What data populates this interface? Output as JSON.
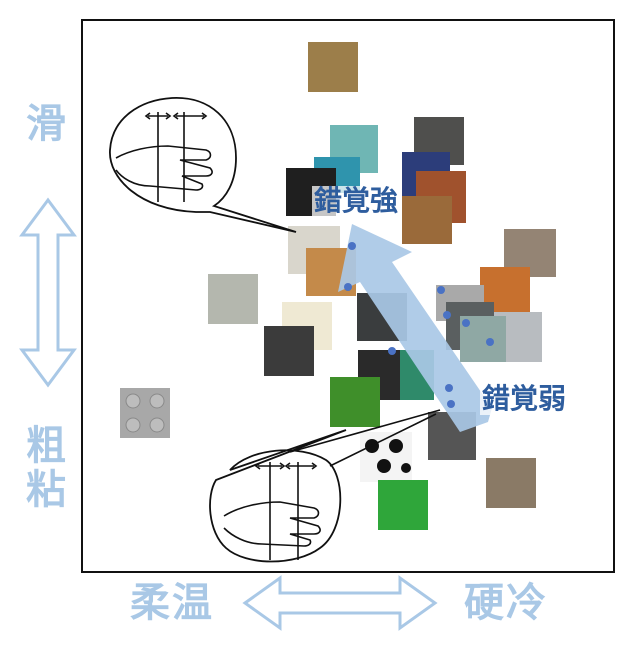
{
  "axes": {
    "top": "滑",
    "bottom": "粗粘",
    "left": "柔温",
    "right": "硬冷"
  },
  "illusion": {
    "strong_label": "錯覚強",
    "weak_label": "錯覚弱"
  },
  "colors": {
    "axis_text": "#a9c8e6",
    "arrow_fill": "#a9c8e6",
    "illusion_text": "#2e5d9e",
    "dot": "#4a72c4"
  },
  "samples": [
    {
      "name": "tan-burlap",
      "color": "#9c7e4a"
    },
    {
      "name": "light-teal-fabric",
      "color": "#6fb6b4"
    },
    {
      "name": "teal-fabric",
      "color": "#2f94ad"
    },
    {
      "name": "dark-grey-sandpaper",
      "color": "#4f4f4d"
    },
    {
      "name": "navy-carpet",
      "color": "#2c3d7a"
    },
    {
      "name": "rust-fabric",
      "color": "#a0522d"
    },
    {
      "name": "brown-cork",
      "color": "#9a6a3a"
    },
    {
      "name": "black-fur",
      "color": "#1f1f1f"
    },
    {
      "name": "white-fabric",
      "color": "#d9d6cc"
    },
    {
      "name": "wood",
      "color": "#c48a4a"
    },
    {
      "name": "taupe-felt",
      "color": "#948474"
    },
    {
      "name": "orange-wood",
      "color": "#c7702e"
    },
    {
      "name": "grey-shiny-fabric",
      "color": "#a9a9a9"
    },
    {
      "name": "silver-foil",
      "color": "#b8bcc0"
    },
    {
      "name": "dark-rubber",
      "color": "#5a5f60"
    },
    {
      "name": "glass",
      "color": "#8fa8a4"
    },
    {
      "name": "marble-white",
      "color": "#b4b7ae"
    },
    {
      "name": "cream-paper",
      "color": "#efe9d3"
    },
    {
      "name": "pebbles",
      "color": "#3b3b3b"
    },
    {
      "name": "dark-knit",
      "color": "#3a3d3e"
    },
    {
      "name": "black-beads",
      "color": "#2a2a2a"
    },
    {
      "name": "green-dots",
      "color": "#2f8a6a"
    },
    {
      "name": "green-grass",
      "color": "#3f8f2a"
    },
    {
      "name": "metal-mesh",
      "color": "#555555"
    },
    {
      "name": "polka-dots",
      "color": "#111111"
    },
    {
      "name": "granite",
      "color": "#8a7a66"
    },
    {
      "name": "green-bristle",
      "color": "#2fa63a"
    },
    {
      "name": "grey-lego",
      "color": "#a8a8a8"
    }
  ]
}
